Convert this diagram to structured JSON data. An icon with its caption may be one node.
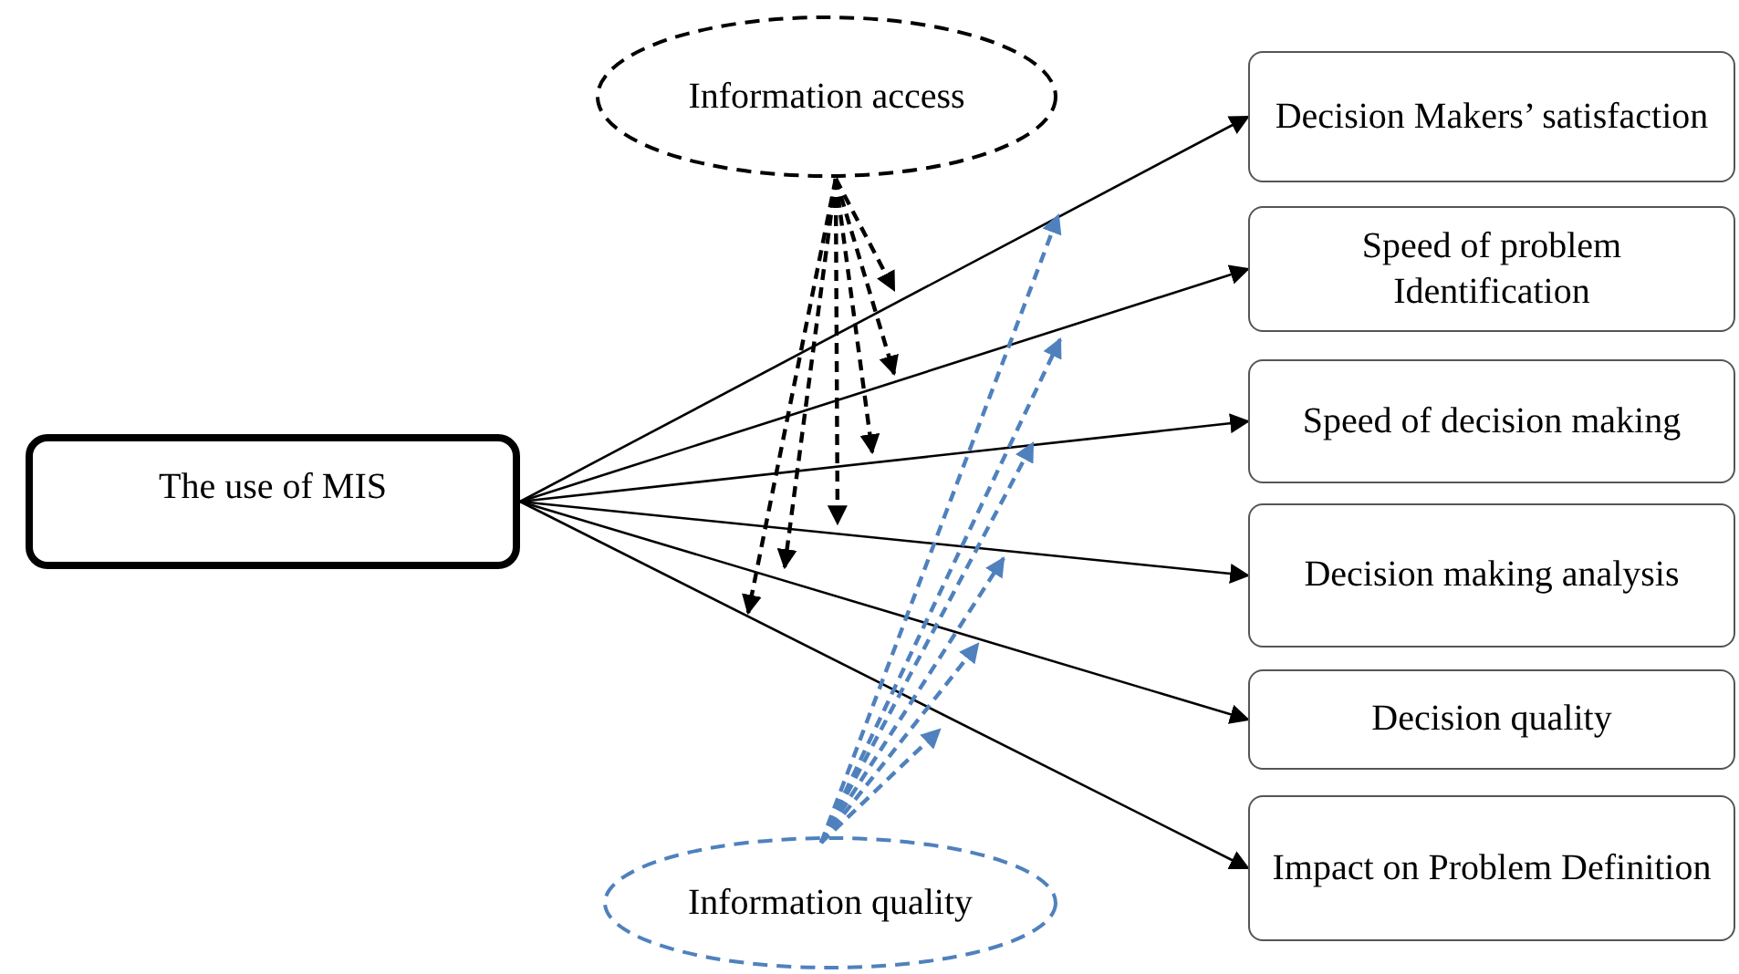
{
  "diagram": {
    "nodes": [
      {
        "text": [
          "The use of MIS"
        ]
      },
      {
        "text": [
          "Information access"
        ]
      },
      {
        "text": [
          "Information quality"
        ]
      },
      {
        "text": [
          "Decision Makers’ satisfaction"
        ]
      },
      {
        "text": [
          "Speed of problem Identification"
        ]
      },
      {
        "text": [
          "Speed of decision making"
        ]
      },
      {
        "text": [
          "Decision making analysis"
        ]
      },
      {
        "text": [
          "Decision quality"
        ]
      },
      {
        "text": [
          "Impact on Problem Definition"
        ]
      }
    ],
    "edges": [
      {
        "from": 0,
        "to": 3,
        "arrow": "to"
      },
      {
        "from": 0,
        "to": 4,
        "arrow": "to"
      },
      {
        "from": 0,
        "to": 5,
        "arrow": "to"
      },
      {
        "from": 0,
        "to": 6,
        "arrow": "to"
      },
      {
        "from": 0,
        "to": 7,
        "arrow": "to"
      },
      {
        "from": 0,
        "to": 8,
        "arrow": "to"
      },
      {
        "from": 1,
        "to": null,
        "arrow": "to",
        "style": "dashed"
      },
      {
        "from": 1,
        "to": null,
        "arrow": "to",
        "style": "dashed"
      },
      {
        "from": 1,
        "to": null,
        "arrow": "to",
        "style": "dashed"
      },
      {
        "from": 1,
        "to": null,
        "arrow": "to",
        "style": "dashed"
      },
      {
        "from": 1,
        "to": null,
        "arrow": "to",
        "style": "dashed"
      },
      {
        "from": 1,
        "to": null,
        "arrow": "to",
        "style": "dashed"
      },
      {
        "from": 2,
        "to": null,
        "arrow": "to",
        "style": "dashed",
        "color": "#4f81bd"
      },
      {
        "from": 2,
        "to": null,
        "arrow": "to",
        "style": "dashed",
        "color": "#4f81bd"
      },
      {
        "from": 2,
        "to": null,
        "arrow": "to",
        "style": "dashed",
        "color": "#4f81bd"
      },
      {
        "from": 2,
        "to": null,
        "arrow": "to",
        "style": "dashed",
        "color": "#4f81bd"
      },
      {
        "from": 2,
        "to": null,
        "arrow": "to",
        "style": "dashed",
        "color": "#4f81bd"
      },
      {
        "from": 2,
        "to": null,
        "arrow": "to",
        "style": "dashed",
        "color": "#4f81bd"
      }
    ]
  }
}
